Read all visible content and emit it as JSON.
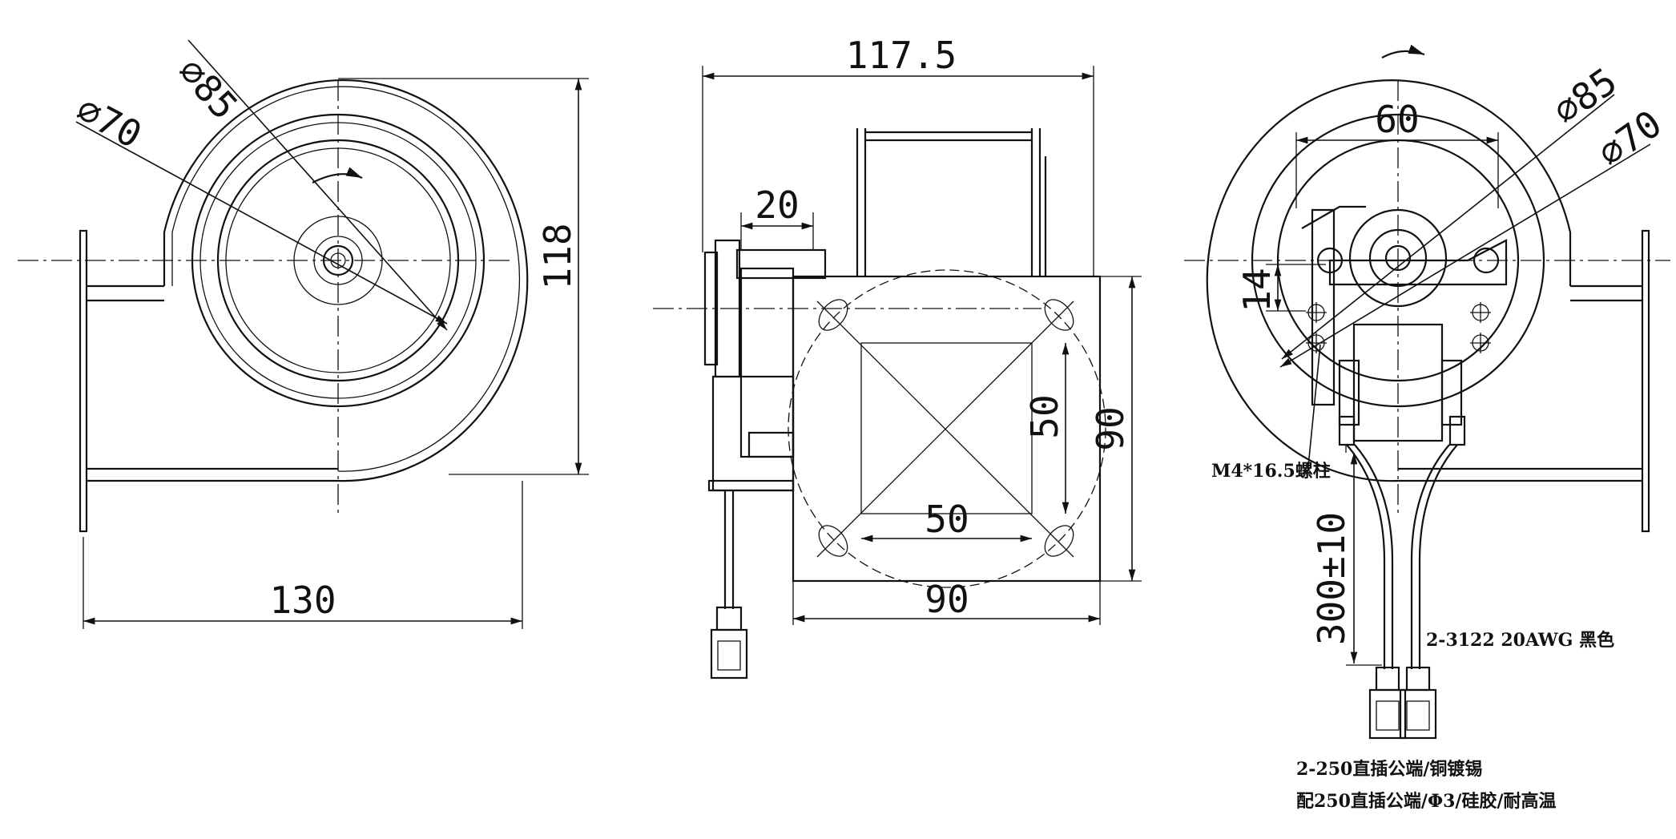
{
  "front_view": {
    "dia_outer": "⌀85",
    "dia_inner": "⌀70",
    "width": "130",
    "height": "118"
  },
  "side_view": {
    "length": "117.5",
    "motor_depth": "20",
    "flange_width": "90",
    "flange_height": "90",
    "hole_spacing_h": "50",
    "hole_spacing_v": "50"
  },
  "rear_view": {
    "motor_width": "60",
    "dia_outer": "⌀85",
    "dia_inner": "⌀70",
    "post_offset": "14",
    "post_note": "M4*16.5螺柱",
    "lead_length": "300±10",
    "wire_note": "2-3122 20AWG 黑色",
    "terminal_note_1": "2-250直插公端/铜镀锡",
    "terminal_note_2": "配250直插公端/Φ3/硅胶/耐高温"
  }
}
